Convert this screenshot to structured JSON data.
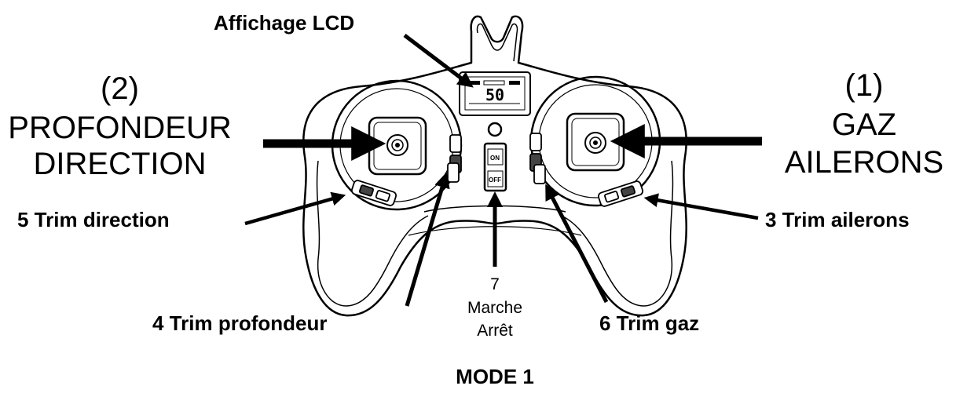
{
  "labels": {
    "lcd": "Affichage LCD",
    "left_stick_number": "(2)",
    "left_stick_line1": "PROFONDEUR",
    "left_stick_line2": "DIRECTION",
    "right_stick_number": "(1)",
    "right_stick_line1": "GAZ",
    "right_stick_line2": "AILERONS",
    "trim_direction": "5 Trim direction",
    "trim_ailerons": "3 Trim ailerons",
    "trim_profondeur": "4 Trim profondeur",
    "trim_gaz": "6 Trim gaz",
    "switch_number": "7",
    "switch_line1": "Marche",
    "switch_line2": "Arrêt",
    "mode": "MODE 1"
  },
  "controller": {
    "lcd_value": "50",
    "switch_on": "ON",
    "switch_off": "OFF"
  }
}
